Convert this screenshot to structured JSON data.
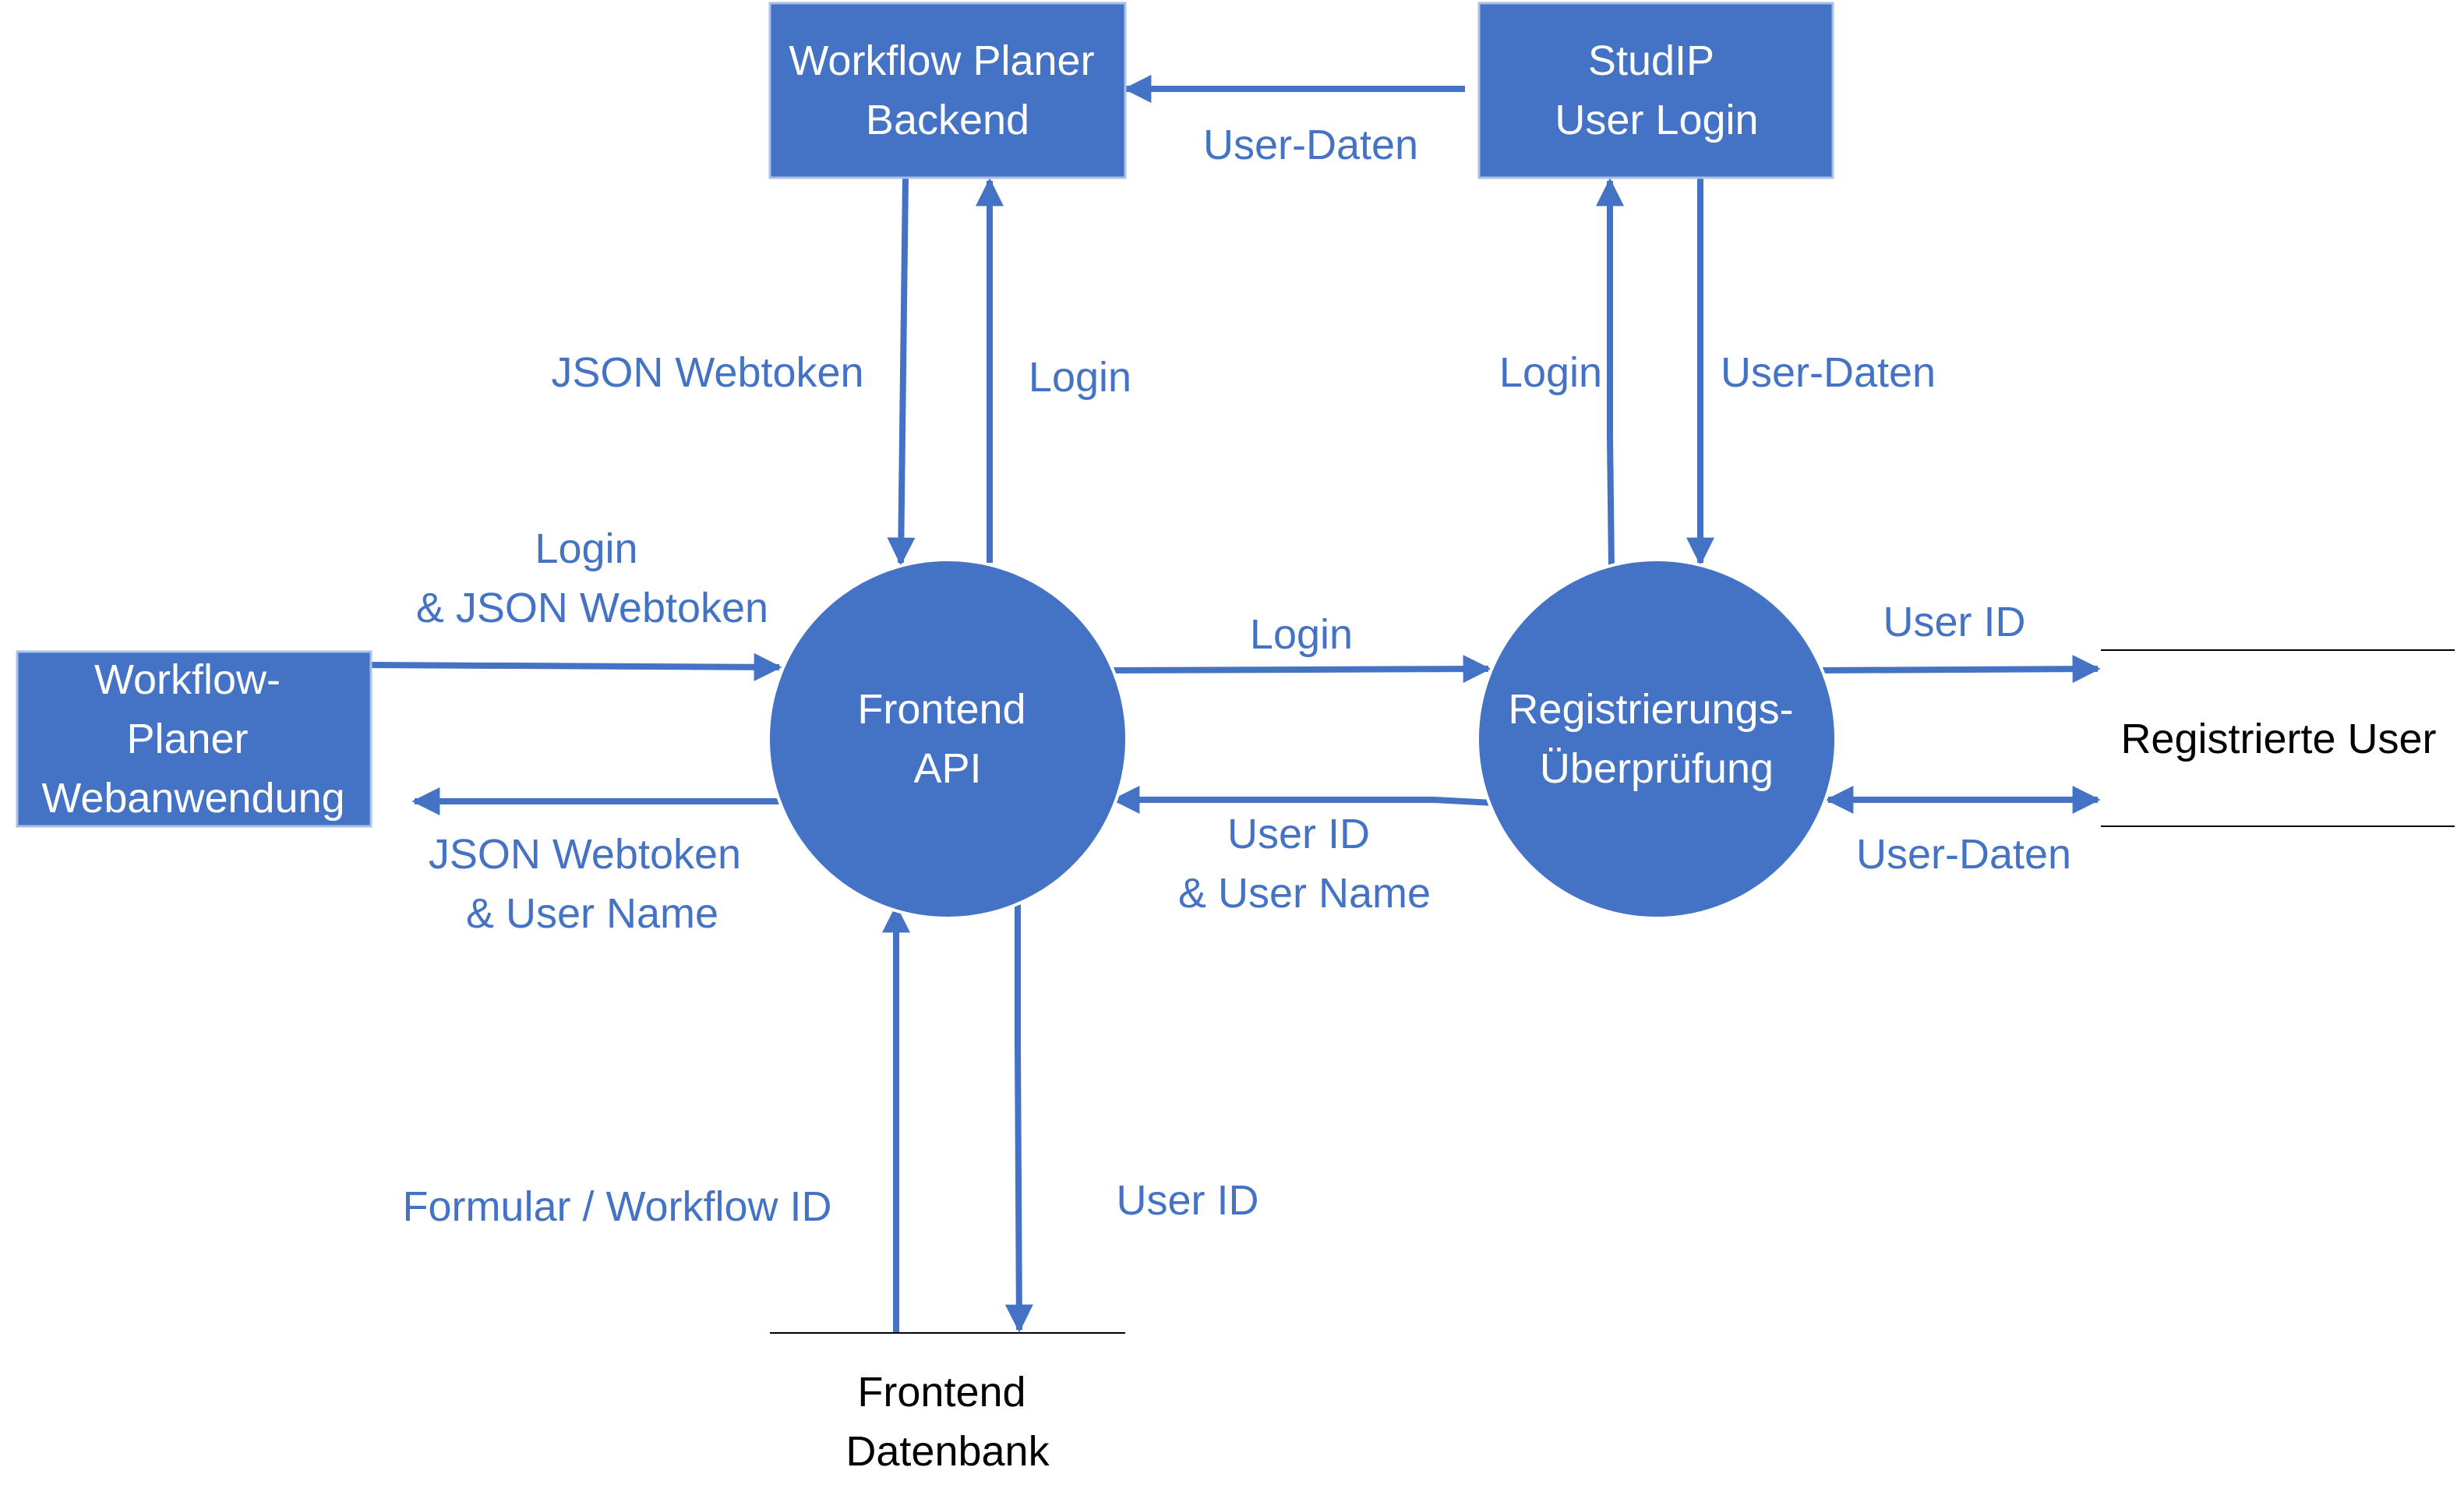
{
  "colors": {
    "accent": "#4472C4",
    "text_dark": "#000000",
    "box_text": "#FFFFFF"
  },
  "nodes": {
    "backend": {
      "lines": [
        "Workflow Planer",
        "Backend"
      ]
    },
    "studip": {
      "lines": [
        "StudIP",
        "User Login"
      ]
    },
    "webapp": {
      "lines": [
        "Workflow-",
        "Planer",
        "Webanwendung"
      ]
    },
    "frontend_api": {
      "lines": [
        "Frontend",
        "API"
      ]
    },
    "registration_check": {
      "lines": [
        "Registrierungs-",
        "Überprüfung"
      ]
    }
  },
  "stores": {
    "registered_users": {
      "lines": [
        "Registrierte User"
      ]
    },
    "frontend_db": {
      "lines": [
        "Frontend",
        "Datenbank"
      ]
    }
  },
  "flows": {
    "studip_to_backend": {
      "lines": [
        "User-Daten"
      ]
    },
    "backend_to_api": {
      "lines": [
        "JSON Webtoken"
      ]
    },
    "api_to_backend": {
      "lines": [
        "Login"
      ]
    },
    "check_to_studip": {
      "lines": [
        "Login"
      ]
    },
    "studip_to_check": {
      "lines": [
        "User-Daten"
      ]
    },
    "webapp_to_api": {
      "lines": [
        "Login",
        "& JSON Webtoken"
      ]
    },
    "api_to_webapp": {
      "lines": [
        "JSON Webtoken",
        "& User Name"
      ]
    },
    "api_to_check": {
      "lines": [
        "Login"
      ]
    },
    "check_to_api": {
      "lines": [
        "User ID",
        "& User Name"
      ]
    },
    "check_to_store": {
      "lines": [
        "User ID"
      ]
    },
    "store_check_bidirectional": {
      "lines": [
        "User-Daten"
      ]
    },
    "db_to_api": {
      "lines": [
        "Formular / Workflow ID"
      ]
    },
    "api_to_db": {
      "lines": [
        "User ID"
      ]
    }
  }
}
